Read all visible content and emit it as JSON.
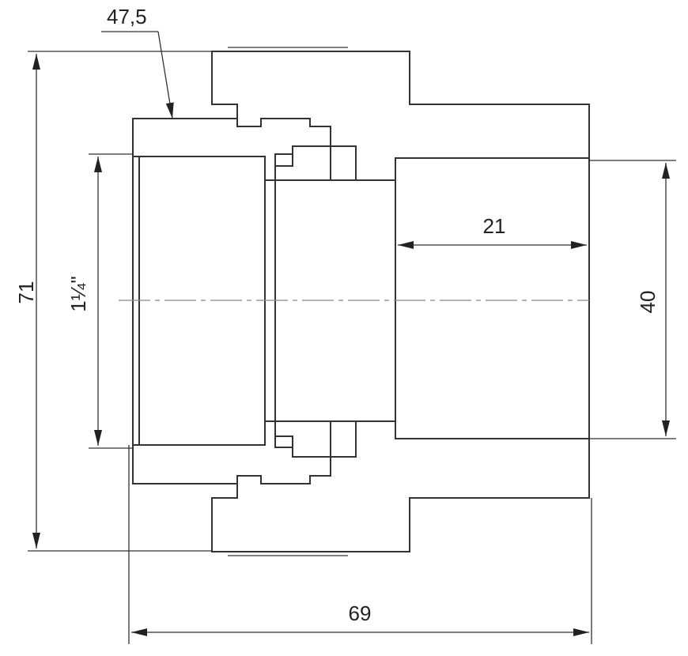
{
  "drawing": {
    "dimensions": {
      "collar_diameter": "47,5",
      "overall_height": "71",
      "thread_size": "1¼\"",
      "pipe_bore": "40",
      "socket_depth": "21",
      "overall_length": "69"
    }
  }
}
